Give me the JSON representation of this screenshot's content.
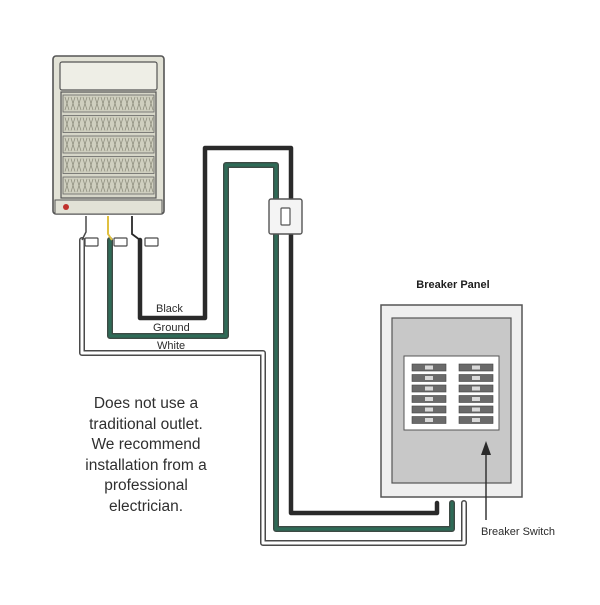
{
  "labels": {
    "black": "Black",
    "ground": "Ground",
    "white": "White",
    "panel_title": "Breaker Panel",
    "breaker_switch": "Breaker Switch"
  },
  "note": {
    "lines": [
      "Does not use a",
      "traditional outlet.",
      "We recommend",
      "installation from a",
      "professional",
      "electrician."
    ]
  },
  "colors": {
    "black_wire": "#2a2a2a",
    "ground_wire": "#2e6b57",
    "white_wire": "#ffffff",
    "wire_outline": "#4a4a4a",
    "heater_body": "#e2e2d6",
    "panel_body": "#c8c8c8",
    "breaker": "#6a6a6a",
    "pilot_light": "#c0312c",
    "yellow_lead": "#e0c040"
  }
}
